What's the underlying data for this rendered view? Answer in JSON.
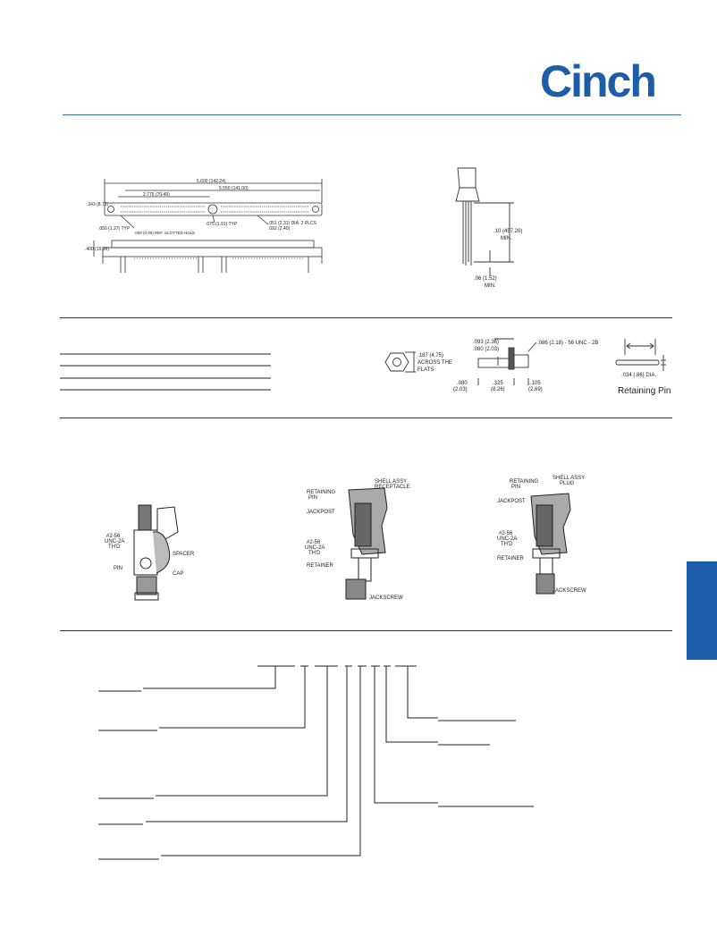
{
  "brand": {
    "name": "Cinch",
    "color": "#1d5ca8"
  },
  "header_rule_color": "#3a66b0",
  "side_tab_color": "#1d5ca8",
  "dim_drawing": {
    "overall": "5.600 (142.24)",
    "inner": "5.550 (141.00)",
    "half": "2.775 (70.49)",
    "height": ".343 (8.71)",
    "pitch": ".075 (1.91) TYP",
    "hole_note": ".051 (2.31) DIA. 2 PLCS",
    "hole_note2": ".092 (2.40)",
    "tip": ".050 (1.27) TYP",
    "clip_note": ".000 (0.00) REF. SLOTTED HOLE",
    "side_height": ".400 (10.16)"
  },
  "pin_drawing": {
    "length": ".10 (457.20) MIN.",
    "length_line1": ".10 (457.20)",
    "length_line2": "MIN.",
    "bottom_line1": ".06 (1.52)",
    "bottom_line2": "MIN."
  },
  "hardware": {
    "hex_label_line1": ".187 (4.75)",
    "hex_label_line2": "ACROSS THE",
    "hex_label_line3": "FLATS",
    "screw_top1": ".093 (2.36)",
    "screw_top2": ".080 (2.03)",
    "screw_thread": ".086 (2.18) - 56 UNC - 2B",
    "screw_b1a": ".080",
    "screw_b1b": "(2.03)",
    "screw_b2a": ".325",
    "screw_b2b": "(8.26)",
    "screw_b3a": ".105",
    "screw_b3b": "(2.69)",
    "retaining_dia": ".034 (.86) DIA.",
    "retaining_title": "Retaining Pin"
  },
  "assembly1": {
    "thread1": "#2-56",
    "thread2": "UNC-2A",
    "thread3": "TH'D",
    "spacer": "SPACER",
    "pin": "PIN",
    "cap": "CAP"
  },
  "assembly2": {
    "shell1": "SHELL ASSY",
    "shell2": "RECEPTACLE",
    "retpin1": "RETAINING",
    "retpin2": "PIN",
    "jackpost": "JACKPOST",
    "thread1": "#2-56",
    "thread2": "UNC-2A",
    "thread3": "TH'D",
    "retainer": "RETAINER",
    "jackscrew": "JACKSCREW"
  },
  "assembly3": {
    "retpin1": "RETAINING",
    "retpin2": "PIN",
    "shell1": "SHELL ASSY",
    "shell2": "PLUG",
    "jackpost": "JACKPOST",
    "thread1": "#2-56",
    "thread2": "UNC-2A",
    "thread3": "TH'D",
    "retainer": "RETAINER",
    "jackscrew": "JACKSCREW"
  }
}
